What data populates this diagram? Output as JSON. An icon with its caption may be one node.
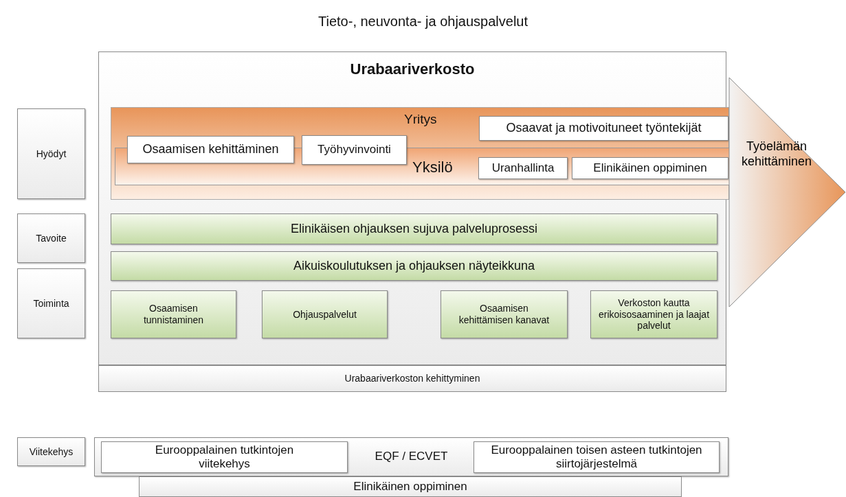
{
  "diagram": {
    "title": "Tieto-, neuvonta- ja ohjauspalvelut",
    "nodes": [
      {
        "text": [
          "Hyödyt"
        ]
      },
      {
        "text": [
          "Tavoite"
        ]
      },
      {
        "text": [
          "Toiminta"
        ]
      },
      {
        "text": [
          "Urabaariverkosto"
        ]
      },
      {
        "text": [
          "Yritys"
        ],
        "in": 3
      },
      {
        "text": [
          "Osaavat ja motivoituneet työntekijät"
        ],
        "in": 4
      },
      {
        "text": [
          "Yksilö"
        ],
        "in": 4
      },
      {
        "text": [
          "Osaamisen kehittäminen"
        ],
        "in": 4
      },
      {
        "text": [
          "Työhyvinvointi"
        ],
        "in": 4
      },
      {
        "text": [
          "Uranhallinta"
        ],
        "in": 6
      },
      {
        "text": [
          "Elinikäinen oppiminen"
        ],
        "in": 6
      },
      {
        "text": [
          "Työelämän kehittäminen"
        ]
      },
      {
        "text": [
          "Elinikäisen ohjauksen sujuva palveluprosessi"
        ],
        "in": 3
      },
      {
        "text": [
          "Aikuiskoulutuksen ja ohjauksen näyteikkuna"
        ],
        "in": 3
      },
      {
        "text": [
          "Osaamisen tunnistaminen"
        ],
        "in": 3
      },
      {
        "text": [
          "Ohjauspalvelut"
        ],
        "in": 3
      },
      {
        "text": [
          "Osaamisen kehittämisen kanavat"
        ],
        "in": 3
      },
      {
        "text": [
          "Verkoston kautta erikoisosaaminen ja laajat palvelut"
        ],
        "in": 3
      },
      {
        "text": [
          "Urabaariverkoston kehittyminen"
        ]
      },
      {
        "text": [
          "Viitekehys"
        ]
      },
      {
        "text": [
          "EQF / ECVET"
        ]
      },
      {
        "text": [
          "Eurooppalainen tutkintojen viitekehys"
        ],
        "in": 20
      },
      {
        "text": [
          "Eurooppalainen toisen asteen tutkintojen siirtojärjestelmä"
        ],
        "in": 20
      },
      {
        "text": [
          "Elinikäinen oppiminen"
        ]
      }
    ]
  }
}
